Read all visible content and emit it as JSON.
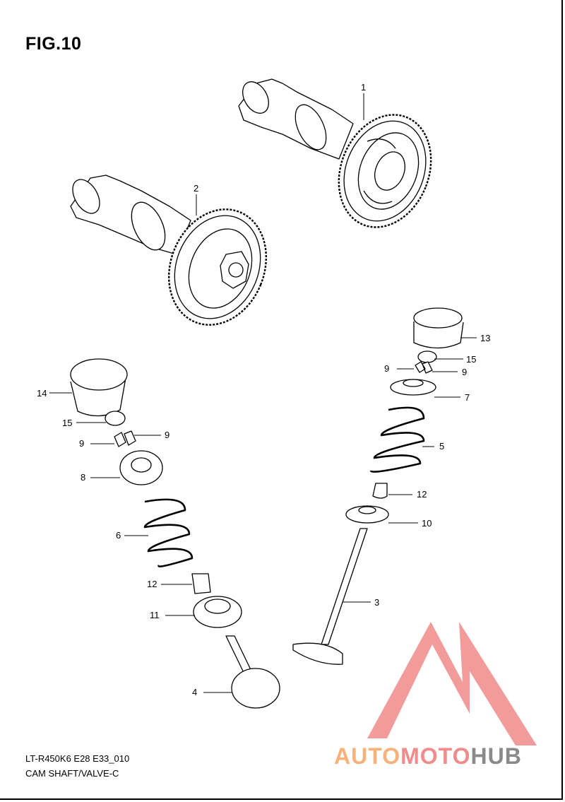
{
  "figure": {
    "title": "FIG.10"
  },
  "footer": {
    "code": "LT-R450K6 E28 E33_010",
    "caption": "CAM SHAFT/VALVE-C"
  },
  "watermark": {
    "part_a": "AUTO",
    "part_b": "MOTO",
    "part_c": "HUB",
    "color_a": "#f7b27a",
    "color_b": "#f28c8c",
    "color_c": "#8a8a8a",
    "logo_color": "#f08a8a"
  },
  "callouts": [
    {
      "id": "c1",
      "label": "1"
    },
    {
      "id": "c2",
      "label": "2"
    },
    {
      "id": "c13",
      "label": "13"
    },
    {
      "id": "c15r",
      "label": "15"
    },
    {
      "id": "c9r1",
      "label": "9"
    },
    {
      "id": "c9r2",
      "label": "9"
    },
    {
      "id": "c7",
      "label": "7"
    },
    {
      "id": "c5",
      "label": "5"
    },
    {
      "id": "c12r",
      "label": "12"
    },
    {
      "id": "c10",
      "label": "10"
    },
    {
      "id": "c3",
      "label": "3"
    },
    {
      "id": "c14",
      "label": "14"
    },
    {
      "id": "c15l",
      "label": "15"
    },
    {
      "id": "c9l1",
      "label": "9"
    },
    {
      "id": "c9l2",
      "label": "9"
    },
    {
      "id": "c8",
      "label": "8"
    },
    {
      "id": "c6",
      "label": "6"
    },
    {
      "id": "c12l",
      "label": "12"
    },
    {
      "id": "c11",
      "label": "11"
    },
    {
      "id": "c4",
      "label": "4"
    }
  ]
}
